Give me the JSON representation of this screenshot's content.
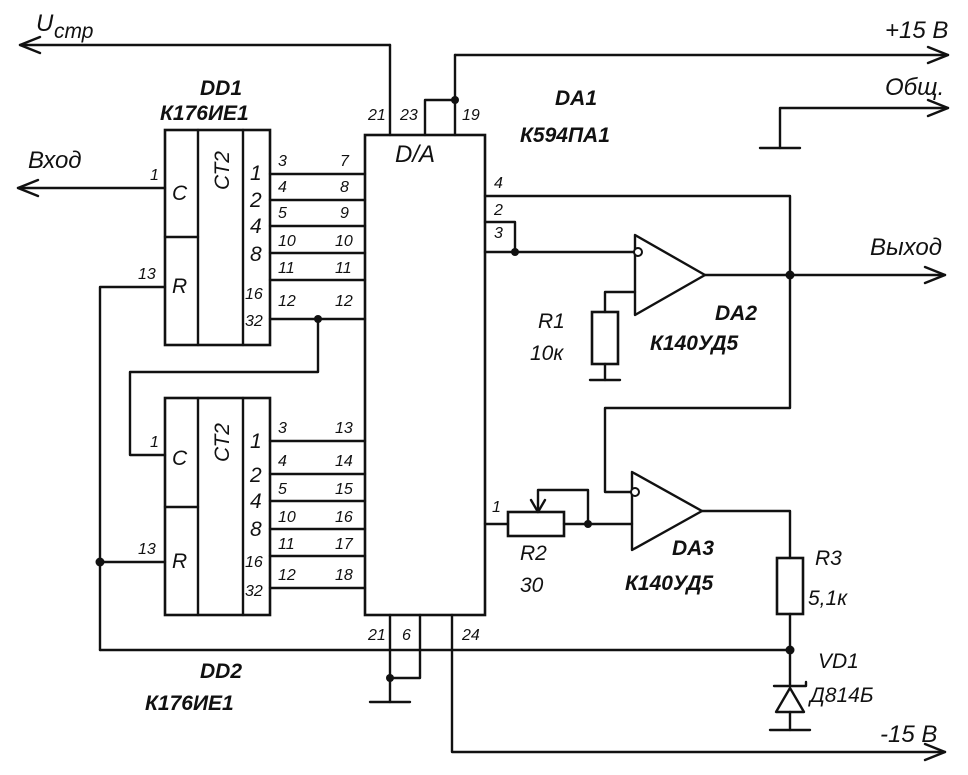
{
  "power": {
    "ustr_main": "U",
    "ustr_sub": "стр",
    "plus15": "+15 В",
    "common": "Общ.",
    "minus15": "-15 В"
  },
  "signals": {
    "input": "Вход",
    "output": "Выход"
  },
  "dd1": {
    "name": "DD1",
    "type": "К176ИЕ1",
    "function": "СТ2",
    "clock_label": "C",
    "reset_label": "R",
    "clock_pin": "1",
    "reset_pin": "13",
    "weights": [
      "1",
      "2",
      "4",
      "8",
      "16",
      "32"
    ],
    "out_pins": [
      "3",
      "4",
      "5",
      "10",
      "11",
      "12"
    ]
  },
  "dd2": {
    "name": "DD2",
    "type": "К176ИЕ1",
    "function": "СТ2",
    "clock_label": "C",
    "reset_label": "R",
    "clock_pin": "1",
    "reset_pin": "13",
    "weights": [
      "1",
      "2",
      "4",
      "8",
      "16",
      "32"
    ],
    "out_pins": [
      "3",
      "4",
      "5",
      "10",
      "11",
      "12"
    ]
  },
  "da1": {
    "name": "DA1",
    "type": "К594ПА1",
    "function": "D/A",
    "inputs_upper": [
      "7",
      "8",
      "9",
      "10",
      "11",
      "12"
    ],
    "inputs_lower": [
      "13",
      "14",
      "15",
      "16",
      "17",
      "18"
    ],
    "pin21_top": "21",
    "pin23": "23",
    "pin19": "19",
    "pin4": "4",
    "pin2": "2",
    "pin3": "3",
    "pin1": "1",
    "pin21_bottom": "21",
    "pin6": "6",
    "pin24": "24"
  },
  "da2": {
    "name": "DA2",
    "type": "К140УД5"
  },
  "da3": {
    "name": "DA3",
    "type": "К140УД5"
  },
  "r1": {
    "name": "R1",
    "value": "10к"
  },
  "r2": {
    "name": "R2",
    "value": "30"
  },
  "r3": {
    "name": "R3",
    "value": "5,1к"
  },
  "vd1": {
    "name": "VD1",
    "type": "Д814Б"
  }
}
